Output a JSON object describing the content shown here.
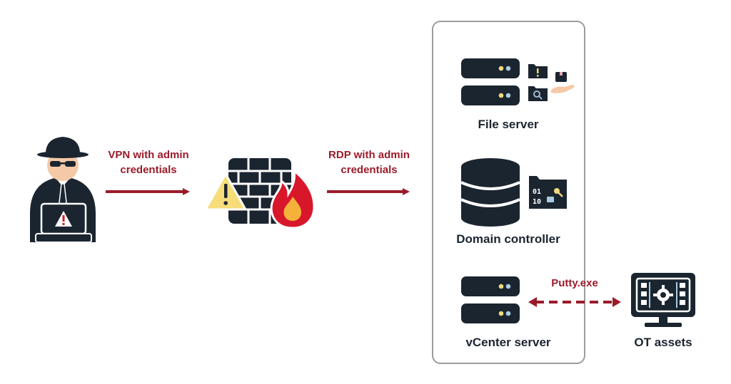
{
  "edges": {
    "vpn": {
      "line1": "VPN with admin",
      "line2": "credentials"
    },
    "rdp": {
      "line1": "RDP with admin",
      "line2": "credentials"
    },
    "putty": "Putty.exe"
  },
  "nodes": {
    "file_server": "File server",
    "domain_controller": "Domain controller",
    "vcenter_server": "vCenter server",
    "ot_assets": "OT assets"
  },
  "colors": {
    "dark": "#1b2530",
    "accent_red": "#9b1b2a",
    "fire": "#d8172b",
    "flame_inner": "#f5b23b",
    "warning": "#f7dc7a",
    "skin": "#f5c9a6",
    "server_dots": [
      "#f2d97c",
      "#a9cbe0"
    ],
    "group_border": "#9c9c9c"
  },
  "icons": [
    "hacker-icon",
    "firewall-icon",
    "warning-icon",
    "fire-icon",
    "server-icon",
    "database-icon",
    "folder-icon",
    "key-icon",
    "monitor-icon",
    "gear-icon"
  ]
}
